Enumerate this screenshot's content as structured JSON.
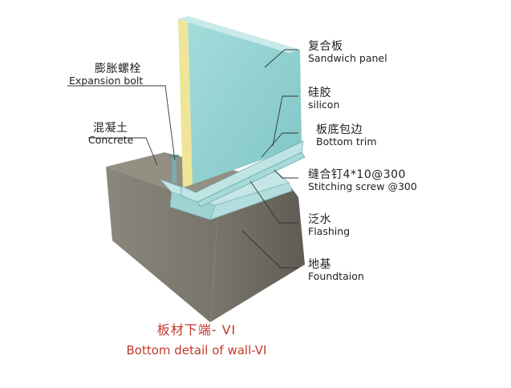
{
  "labels": {
    "sandwich_panel": {
      "zh": "复合板",
      "en": "Sandwich panel"
    },
    "expansion_bolt": {
      "zh": "膨胀螺栓",
      "en": "Expansion bolt"
    },
    "silicon": {
      "zh": "硅胶",
      "en": "silicon"
    },
    "concrete": {
      "zh": "混凝土",
      "en": "Concrete"
    },
    "bottom_trim": {
      "zh": "板底包边",
      "en": "Bottom trim"
    },
    "stitching_screw": {
      "zh": "缝合钉4*10@300",
      "en": "Stitching screw @300"
    },
    "flashing": {
      "zh": "泛水",
      "en": "Flashing"
    },
    "foundation": {
      "zh": "地基",
      "en": "Foundtaion"
    }
  },
  "caption": {
    "zh": "板材下端- VI",
    "en": "Bottom detail of wall-VI"
  },
  "colors": {
    "panel_face": "#8fd0d0",
    "panel_edge": "#f1e89a",
    "trim": "#b8e2e2",
    "concrete_top": "#8f8d80",
    "concrete_side": "#6f6c63",
    "caption": "#c0392b"
  }
}
